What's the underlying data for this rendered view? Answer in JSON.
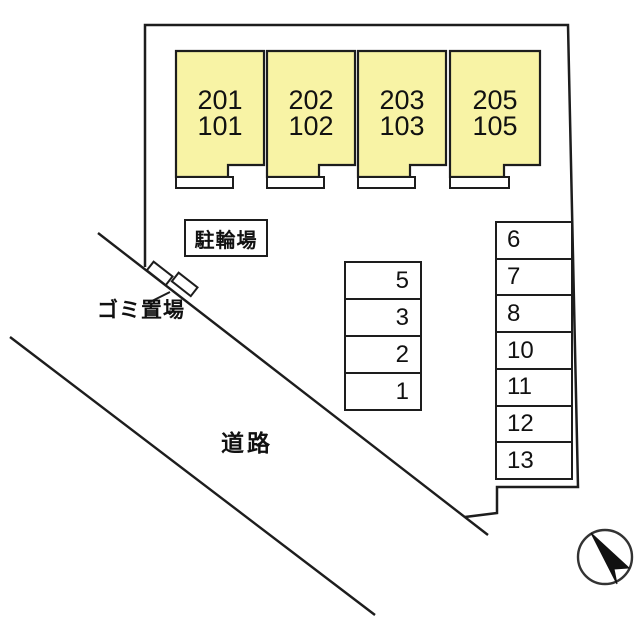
{
  "plan": {
    "type": "site-layout-plan"
  },
  "colors": {
    "building_fill": "#f8f3a5",
    "line": "#1d1d1d",
    "background": "#ffffff"
  },
  "buildings": {
    "units": [
      {
        "upper": "201",
        "lower": "101"
      },
      {
        "upper": "202",
        "lower": "102"
      },
      {
        "upper": "203",
        "lower": "103"
      },
      {
        "upper": "205",
        "lower": "105"
      }
    ]
  },
  "labels": {
    "bicycle_parking": "駐輪場",
    "garbage_area": "ゴミ置場",
    "road": "道路"
  },
  "parking": {
    "middle_column": [
      "5",
      "3",
      "2",
      "1"
    ],
    "right_column": [
      "6",
      "7",
      "8",
      "10",
      "11",
      "12",
      "13"
    ]
  },
  "icons": {
    "compass": "north-arrow-icon",
    "garbage_bins": "garbage-bin-icon"
  }
}
